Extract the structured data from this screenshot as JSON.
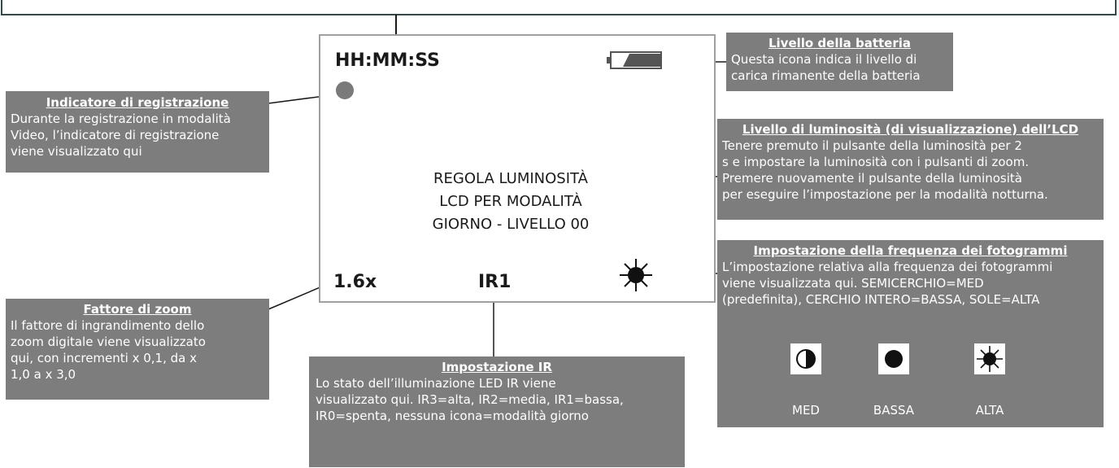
{
  "screen": {
    "time": "HH:MM:SS",
    "message_lines": [
      "REGOLA LUMINOSITÀ",
      "LCD PER MODALITÀ",
      "GIORNO - LIVELLO 00"
    ],
    "zoom_value": "1.6x",
    "ir_value": "IR1",
    "icons": {
      "battery": "battery-icon",
      "record": "record-dot-icon",
      "framerate": "sun-icon"
    }
  },
  "callouts": {
    "battery": {
      "title": "Livello della batteria",
      "lines": [
        "Questa icona indica il livello di",
        "carica rimanente della batteria"
      ]
    },
    "recording": {
      "title": "Indicatore di registrazione",
      "lines": [
        "Durante la registrazione in modalità",
        "Video, l’indicatore di registrazione",
        "viene visualizzato qui"
      ]
    },
    "brightness": {
      "title": "Livello di luminosità (di visualizzazione) dell’LCD",
      "lines": [
        "Tenere premuto il pulsante della luminosità per 2",
        "s e impostare la luminosità con i pulsanti di zoom.",
        "Premere nuovamente il pulsante della luminosità",
        "per eseguire l’impostazione per la modalità notturna."
      ]
    },
    "framerate": {
      "title": "Impostazione della frequenza dei fotogrammi",
      "lines": [
        "L’impostazione relativa alla frequenza dei fotogrammi",
        "viene visualizzata qui. SEMICERCHIO=MED",
        "(predefinita), CERCHIO INTERO=BASSA, SOLE=ALTA"
      ],
      "options": [
        {
          "label": "MED",
          "icon": "half-circle-icon"
        },
        {
          "label": "BASSA",
          "icon": "full-circle-icon"
        },
        {
          "label": "ALTA",
          "icon": "sun-icon"
        }
      ]
    },
    "zoom": {
      "title": "Fattore di zoom",
      "lines": [
        "Il fattore di ingrandimento dello",
        "zoom digitale viene visualizzato",
        "qui, con incrementi x 0,1, da x",
        "1,0 a x 3,0"
      ]
    },
    "ir": {
      "title": "Impostazione IR",
      "lines": [
        "Lo stato dell’illuminazione LED IR viene",
        "visualizzato qui. IR3=alta, IR2=media, IR1=bassa,",
        "IR0=spenta, nessuna icona=modalità giorno"
      ]
    }
  },
  "colors": {
    "callout_bg": "#7d7d7d",
    "frame_line": "#2f4a4a",
    "screen_border": "#a0a0a0"
  }
}
